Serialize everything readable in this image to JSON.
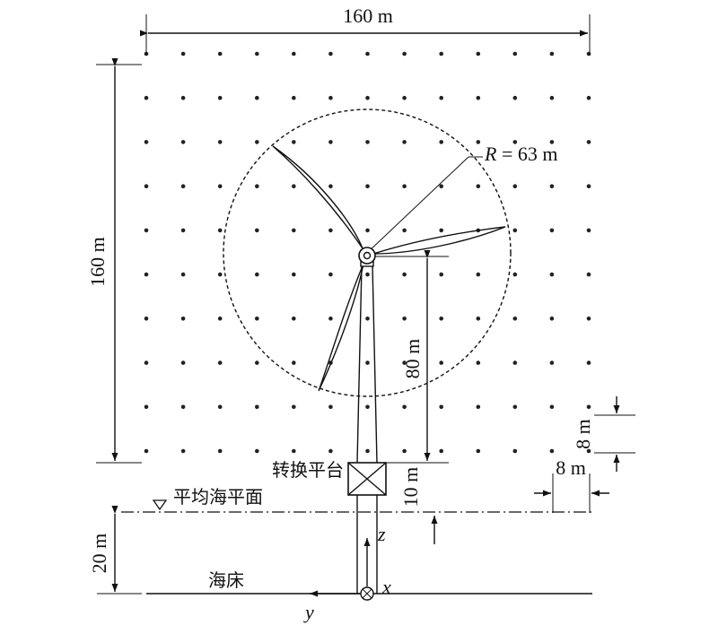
{
  "labels": {
    "top_width": "160 m",
    "left_height": "160 m",
    "radius_symbol": "R",
    "radius_value": " = 63 m",
    "hub_height": "80 m",
    "platform_label": "转换平台",
    "platform_height": "10 m",
    "msl_label": "平均海平面",
    "water_depth": "20 m",
    "seabed_label": "海床",
    "axis_x": "x",
    "axis_y": "y",
    "axis_z": "z",
    "spacing_vertical": "8 m",
    "spacing_horizontal": "8 m"
  },
  "grid": {
    "columns": 13,
    "rows": 10,
    "spacing_m": 8
  },
  "colors": {
    "ink": "#111111",
    "background": "#ffffff"
  },
  "icons": [
    "triangle-sea-level-icon",
    "axis-x-into-page-icon",
    "hub-icon"
  ]
}
